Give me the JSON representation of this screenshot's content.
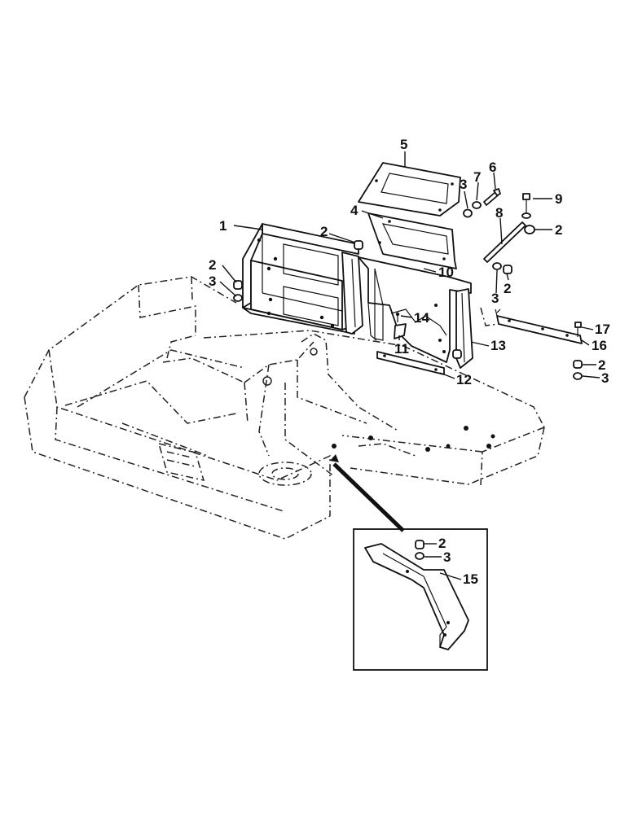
{
  "callouts": {
    "c1": "1",
    "c2a": "2",
    "c2b": "2",
    "c2c": "2",
    "c2d": "2",
    "c2e": "2",
    "c2f": "2",
    "c3a": "3",
    "c3b": "3",
    "c3c": "3",
    "c3d": "3",
    "c3e": "3",
    "c4": "4",
    "c5": "5",
    "c6": "6",
    "c7": "7",
    "c8": "8",
    "c9": "9",
    "c10": "10",
    "c11": "11",
    "c12": "12",
    "c13": "13",
    "c14": "14",
    "c15": "15",
    "c16": "16",
    "c17": "17"
  }
}
